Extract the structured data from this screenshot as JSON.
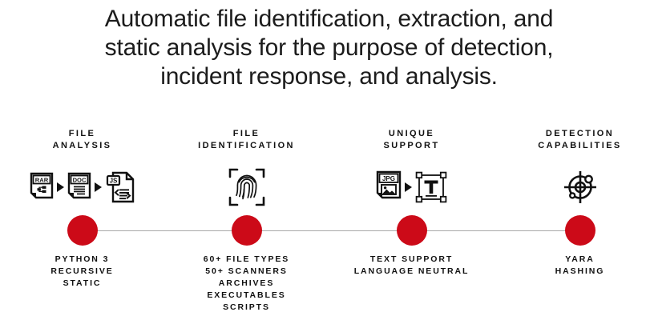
{
  "headline": {
    "line1": "Automatic file identification, extraction, and",
    "line2": "static analysis for the purpose of detection,",
    "line3": "incident response, and analysis."
  },
  "theme": {
    "accent_red": "#CC0A18",
    "line_gray": "#A9A9A9",
    "text_black": "#111111",
    "background": "#FFFFFF"
  },
  "timeline": {
    "marker_count": 4,
    "marker_color": "#CC0A18",
    "connector_color": "#A9A9A9"
  },
  "columns": [
    {
      "title_line1": "FILE",
      "title_line2": "ANALYSIS",
      "icons": [
        "rar-file-icon",
        "arrow-right-icon",
        "doc-file-icon",
        "arrow-right-icon",
        "js-file-icon"
      ],
      "icon_labels": {
        "first": "RAR",
        "second": "DOC",
        "third": "JS"
      },
      "desc": [
        "PYTHON 3",
        "RECURSIVE",
        "STATIC"
      ]
    },
    {
      "title_line1": "FILE",
      "title_line2": "IDENTIFICATION",
      "icons": [
        "fingerprint-scan-icon"
      ],
      "icon_labels": {},
      "desc": [
        "60+ FILE TYPES",
        "50+ SCANNERS",
        "ARCHIVES",
        "EXECUTABLES",
        "SCRIPTS"
      ]
    },
    {
      "title_line1": "UNIQUE",
      "title_line2": "SUPPORT",
      "icons": [
        "jpg-image-file-icon",
        "arrow-right-icon",
        "text-selection-icon"
      ],
      "icon_labels": {
        "first": "JPG",
        "second": "T"
      },
      "desc": [
        "TEXT SUPPORT",
        "LANGUAGE NEUTRAL"
      ]
    },
    {
      "title_line1": "DETECTION",
      "title_line2": "CAPABILITIES",
      "icons": [
        "crosshair-target-icon"
      ],
      "icon_labels": {},
      "desc": [
        "YARA",
        "HASHING"
      ]
    }
  ]
}
